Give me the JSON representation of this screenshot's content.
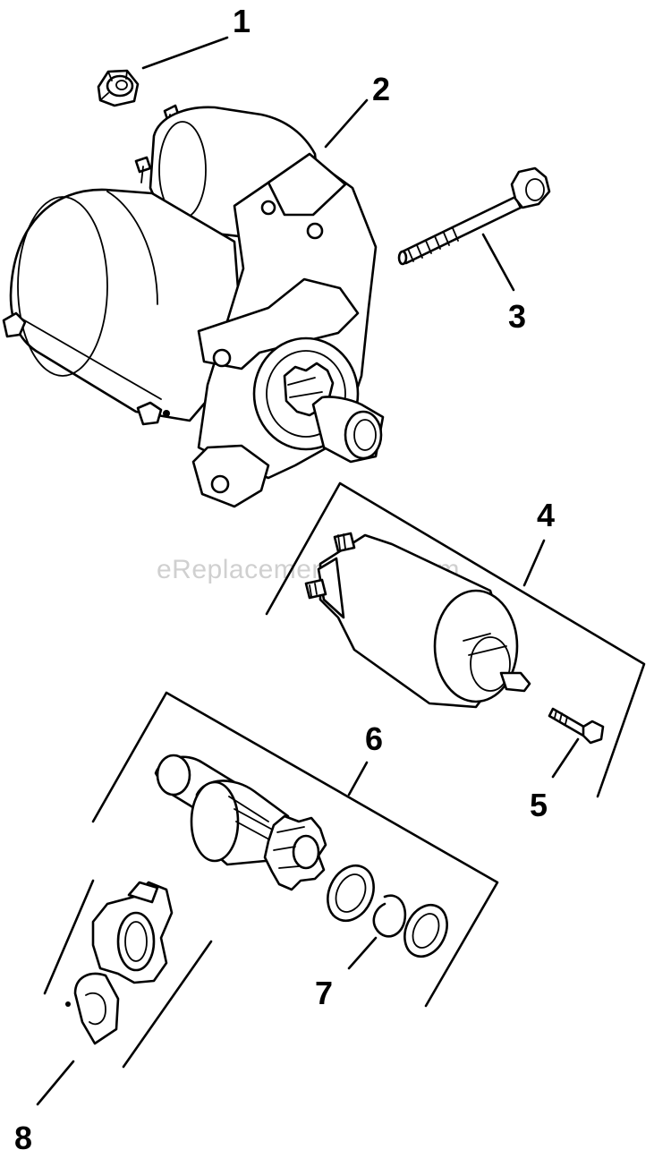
{
  "watermark": "eReplacementParts.com",
  "callouts": [
    {
      "id": "1",
      "label": "1"
    },
    {
      "id": "2",
      "label": "2"
    },
    {
      "id": "3",
      "label": "3"
    },
    {
      "id": "4",
      "label": "4"
    },
    {
      "id": "5",
      "label": "5"
    },
    {
      "id": "6",
      "label": "6"
    },
    {
      "id": "7",
      "label": "7"
    },
    {
      "id": "8",
      "label": "8"
    }
  ],
  "parts": [
    {
      "callout": "1",
      "icon": "flange-nut-icon"
    },
    {
      "callout": "2",
      "icon": "starter-motor-icon"
    },
    {
      "callout": "3",
      "icon": "through-bolt-icon"
    },
    {
      "callout": "4",
      "icon": "solenoid-icon"
    },
    {
      "callout": "5",
      "icon": "screw-icon"
    },
    {
      "callout": "6",
      "icon": "drive-pinion-assembly-icon"
    },
    {
      "callout": "7",
      "icon": "retaining-ring-and-washers-icon"
    },
    {
      "callout": "8",
      "icon": "drive-lever-icon"
    }
  ]
}
